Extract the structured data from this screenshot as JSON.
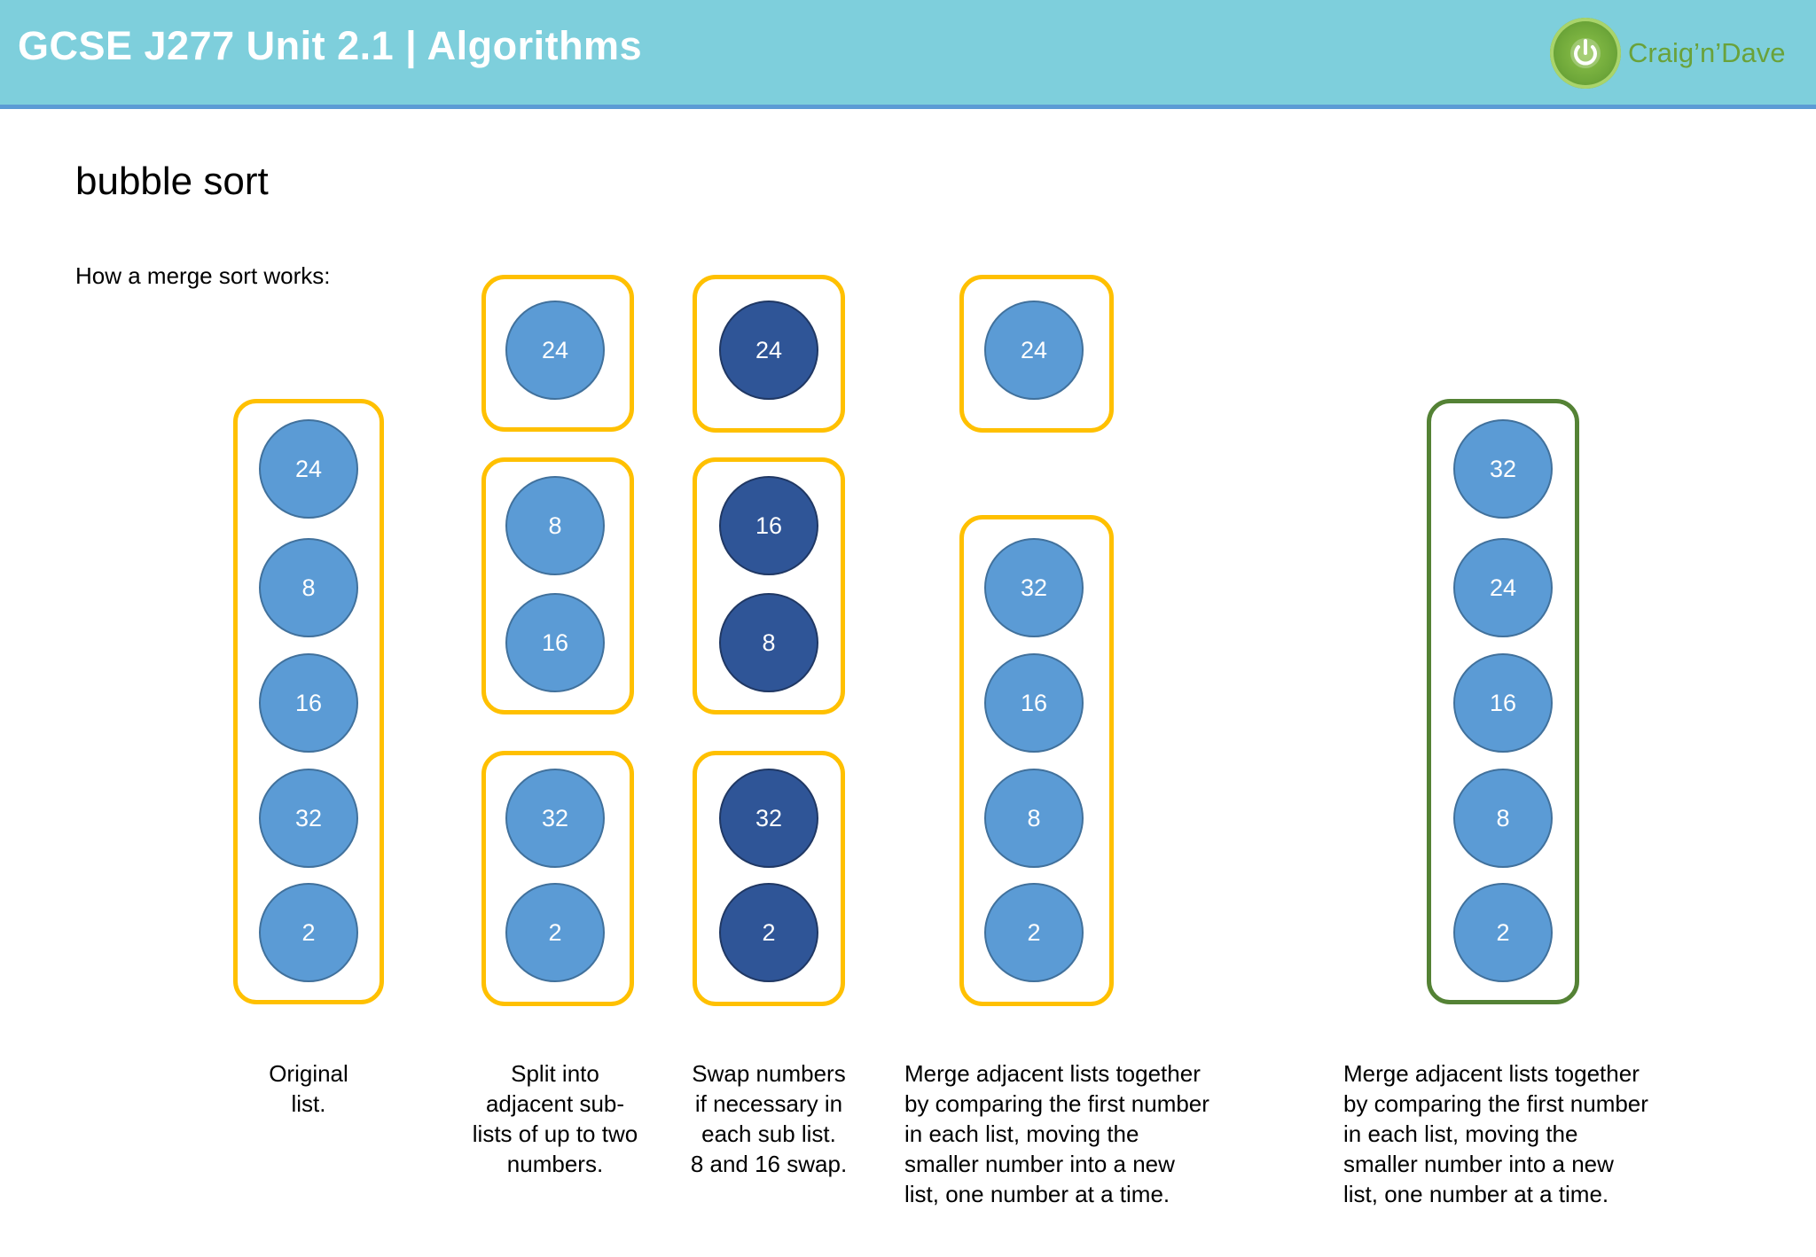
{
  "header": {
    "title": "GCSE J277 Unit 2.1 | Algorithms",
    "logo_text": "Craig’n’Dave",
    "colors": {
      "bar": "#7ecfdc",
      "rule": "#5b9bd5",
      "logo": "#6aa23a"
    }
  },
  "slide": {
    "title": "bubble sort",
    "subtitle": "How a merge sort works:"
  },
  "diagram": {
    "colors": {
      "list_border": "#ffc000",
      "final_border": "#548235",
      "node": "#5b9bd5",
      "node_swapped": "#2f5597"
    },
    "original": [
      "24",
      "8",
      "16",
      "32",
      "2"
    ],
    "split": [
      [
        "24"
      ],
      [
        "8",
        "16"
      ],
      [
        "32",
        "2"
      ]
    ],
    "swapped": [
      [
        "24"
      ],
      [
        "16",
        "8"
      ],
      [
        "32",
        "2"
      ]
    ],
    "merged": [
      [
        "24"
      ],
      [
        "32",
        "16",
        "8",
        "2"
      ]
    ],
    "final": [
      "32",
      "24",
      "16",
      "8",
      "2"
    ]
  },
  "captions": {
    "original": [
      "Original",
      "list."
    ],
    "split": [
      "Split into",
      "adjacent sub-",
      "lists of up to two",
      "numbers."
    ],
    "swap": [
      "Swap numbers",
      "if necessary in",
      "each sub list.",
      "8 and 16 swap."
    ],
    "merge1": [
      "Merge adjacent lists together",
      "by comparing the first number",
      "in each list, moving the",
      "smaller number into a new",
      "list, one number at a time."
    ],
    "merge2": [
      "Merge adjacent lists together",
      "by comparing the first number",
      "in each list, moving the",
      "smaller number into a new",
      "list, one number at a time."
    ]
  }
}
